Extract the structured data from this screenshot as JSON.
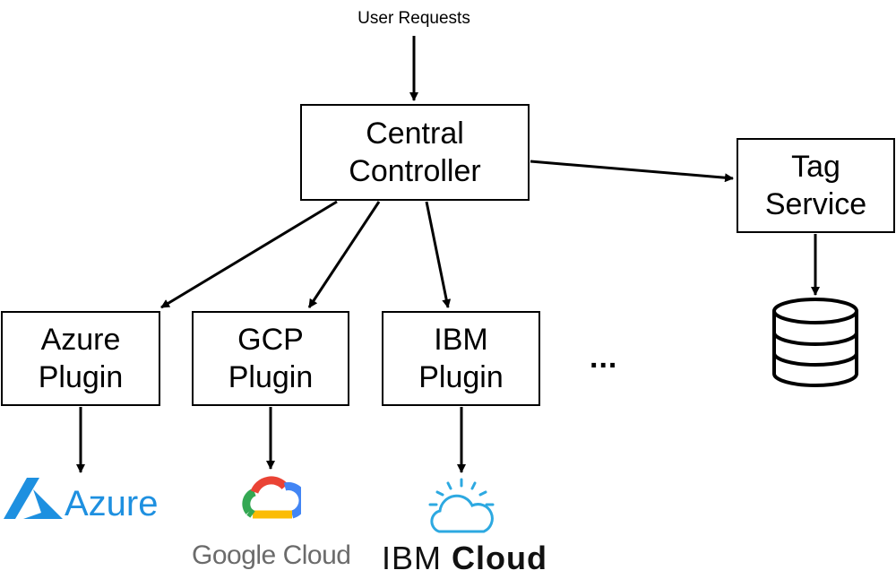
{
  "request_label": "User Requests",
  "central": {
    "line1": "Central",
    "line2": "Controller"
  },
  "tag_service": {
    "line1": "Tag",
    "line2": "Service"
  },
  "plugins": [
    {
      "line1": "Azure",
      "line2": "Plugin"
    },
    {
      "line1": "GCP",
      "line2": "Plugin"
    },
    {
      "line1": "IBM",
      "line2": "Plugin"
    }
  ],
  "more_indicator": "...",
  "logos": {
    "azure": {
      "text": "Azure",
      "icon": "azure-logo-icon",
      "color": "#1e90e0"
    },
    "google": {
      "text": "Google Cloud",
      "icon": "google-cloud-logo-icon"
    },
    "ibm": {
      "text_light": "IBM ",
      "text_bold": "Cloud",
      "icon": "ibm-cloud-logo-icon",
      "color": "#2da9e1"
    }
  },
  "database_icon": "database-icon"
}
